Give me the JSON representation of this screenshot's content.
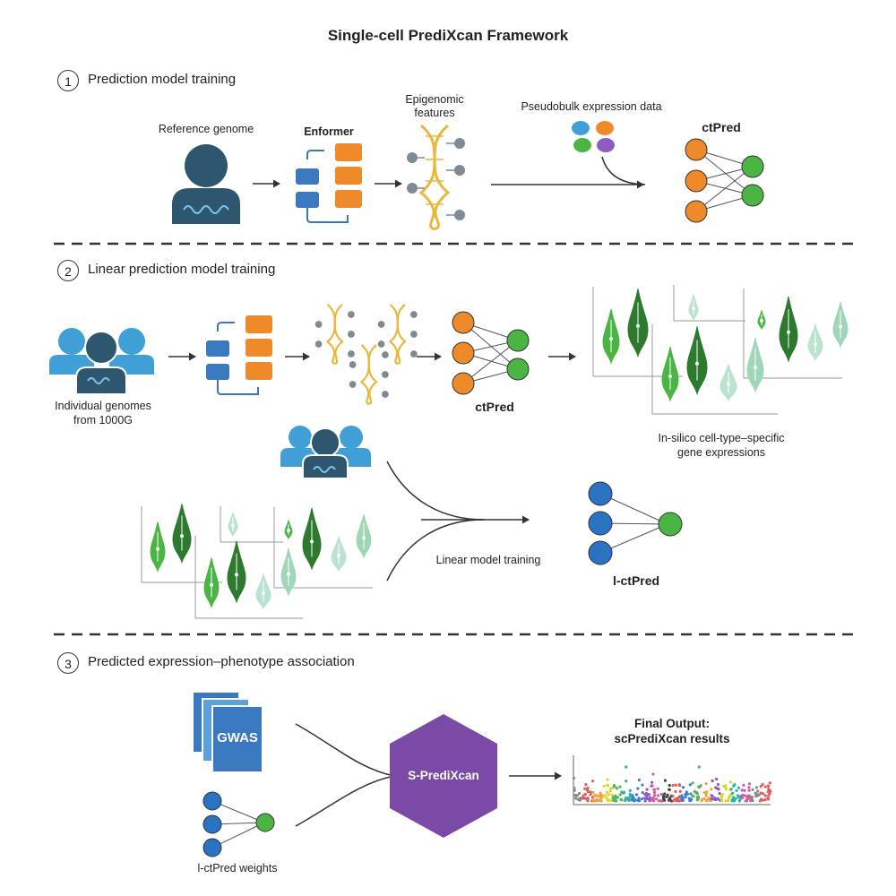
{
  "title": "Single-cell PrediXcan Framework",
  "steps": [
    {
      "number": "1",
      "label": "Prediction model training"
    },
    {
      "number": "2",
      "label": "Linear prediction model training"
    },
    {
      "number": "3",
      "label": "Predicted expression–phenotype association"
    }
  ],
  "section1": {
    "reference_genome": "Reference genome",
    "enformer": "Enformer",
    "epigenomic_features": [
      "Epigenomic",
      "features"
    ],
    "pseudobulk": "Pseudobulk expression data",
    "ctpred": "ctPred"
  },
  "section2": {
    "individual_genomes": [
      "Individual genomes",
      "from 1000G"
    ],
    "ctpred": "ctPred",
    "insilico": [
      "In-silico cell-type–specific",
      "gene expressions"
    ],
    "linear_model_training": "Linear model training",
    "l_ctpred": "l-ctPred"
  },
  "section3": {
    "gwas": "GWAS",
    "lctpred_weights": "l-ctPred weights",
    "s_predixcan": "S-PrediXcan",
    "final_output": [
      "Final Output:",
      "scPrediXcan results"
    ]
  },
  "colors": {
    "orange": "#ee8a2a",
    "blue_block": "#3a78bf",
    "person_dark": "#2f566f",
    "person_light": "#3f9fd6",
    "green_node": "#4bb544",
    "blue_node": "#2a72c2",
    "purple_hex": "#7b4aa6",
    "dna_yellow": "#e8b83a",
    "grey_dot": "#7f8a93"
  }
}
